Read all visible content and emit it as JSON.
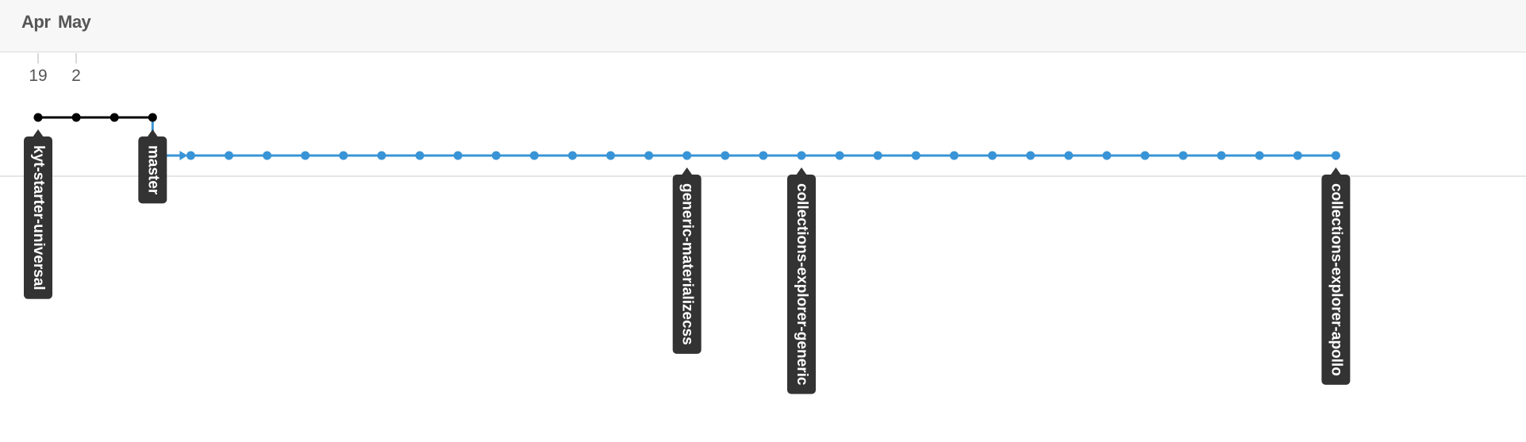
{
  "header": {
    "months": [
      "Apr",
      "May"
    ]
  },
  "days": [
    "19",
    "2"
  ],
  "colors": {
    "primary_branch": "#000000",
    "secondary_branch": "#3894d6",
    "label_bg": "#333333",
    "label_text": "#ffffff",
    "header_bg": "#f7f7f7"
  },
  "branches": {
    "primary": {
      "commit_count": 4
    },
    "secondary": {
      "commit_count": 31
    }
  },
  "branch_labels": [
    {
      "name": "kyt-starter-universal",
      "branch": "primary",
      "commit_index": 0
    },
    {
      "name": "master",
      "branch": "primary",
      "commit_index": 3
    },
    {
      "name": "generic-materializecss",
      "branch": "secondary",
      "commit_index": 14
    },
    {
      "name": "collections-explorer-generic",
      "branch": "secondary",
      "commit_index": 17
    },
    {
      "name": "collections-explorer-apollo",
      "branch": "secondary",
      "commit_index": 31
    }
  ]
}
